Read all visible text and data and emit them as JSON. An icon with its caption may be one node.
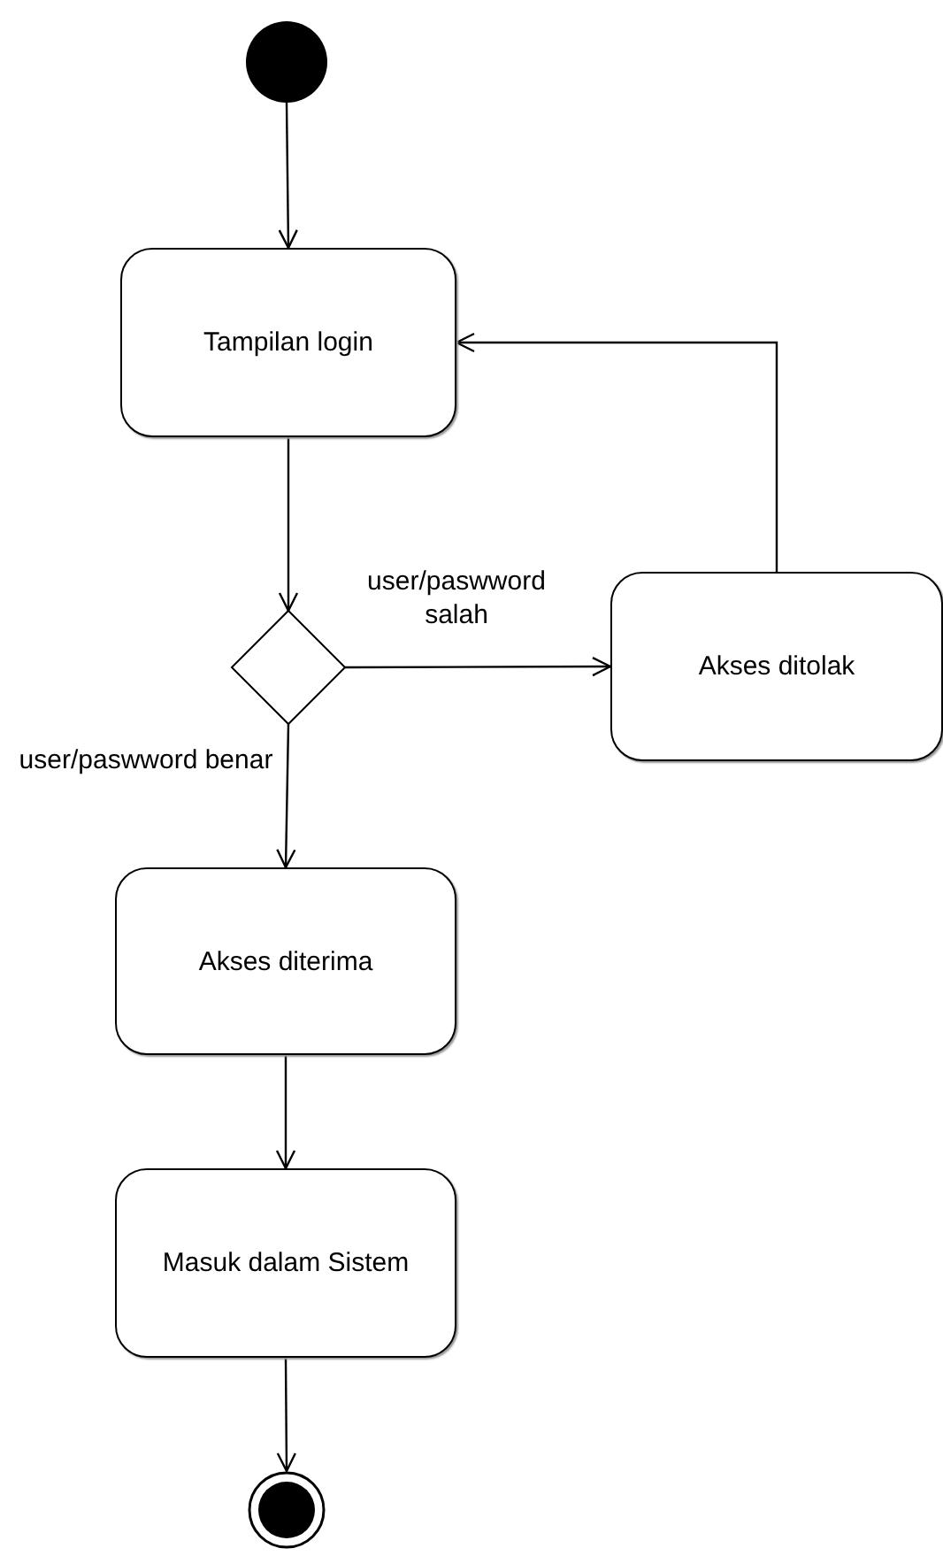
{
  "diagram": {
    "nodes": [
      {
        "text": [],
        "shape": "circle"
      },
      {
        "text": [
          "Tampilan login"
        ]
      },
      {
        "text": [],
        "shape": "diamond"
      },
      {
        "text": [
          "Akses ditolak"
        ]
      },
      {
        "text": [
          "Akses diterima"
        ]
      },
      {
        "text": [
          "Masuk dalam Sistem"
        ]
      },
      {
        "text": [],
        "shape": "bullseye"
      }
    ],
    "edges": [
      {
        "from": 0,
        "to": 1,
        "arrow": "to"
      },
      {
        "from": 1,
        "to": 2,
        "arrow": "to"
      },
      {
        "from": 2,
        "to": 3,
        "arrow": "to",
        "label": "user/paswword salah"
      },
      {
        "from": 3,
        "to": 1,
        "arrow": "to"
      },
      {
        "from": 2,
        "to": 4,
        "arrow": "to",
        "label": "user/paswword benar"
      },
      {
        "from": 4,
        "to": 5,
        "arrow": "to"
      },
      {
        "from": 5,
        "to": 6,
        "arrow": "to"
      }
    ]
  }
}
